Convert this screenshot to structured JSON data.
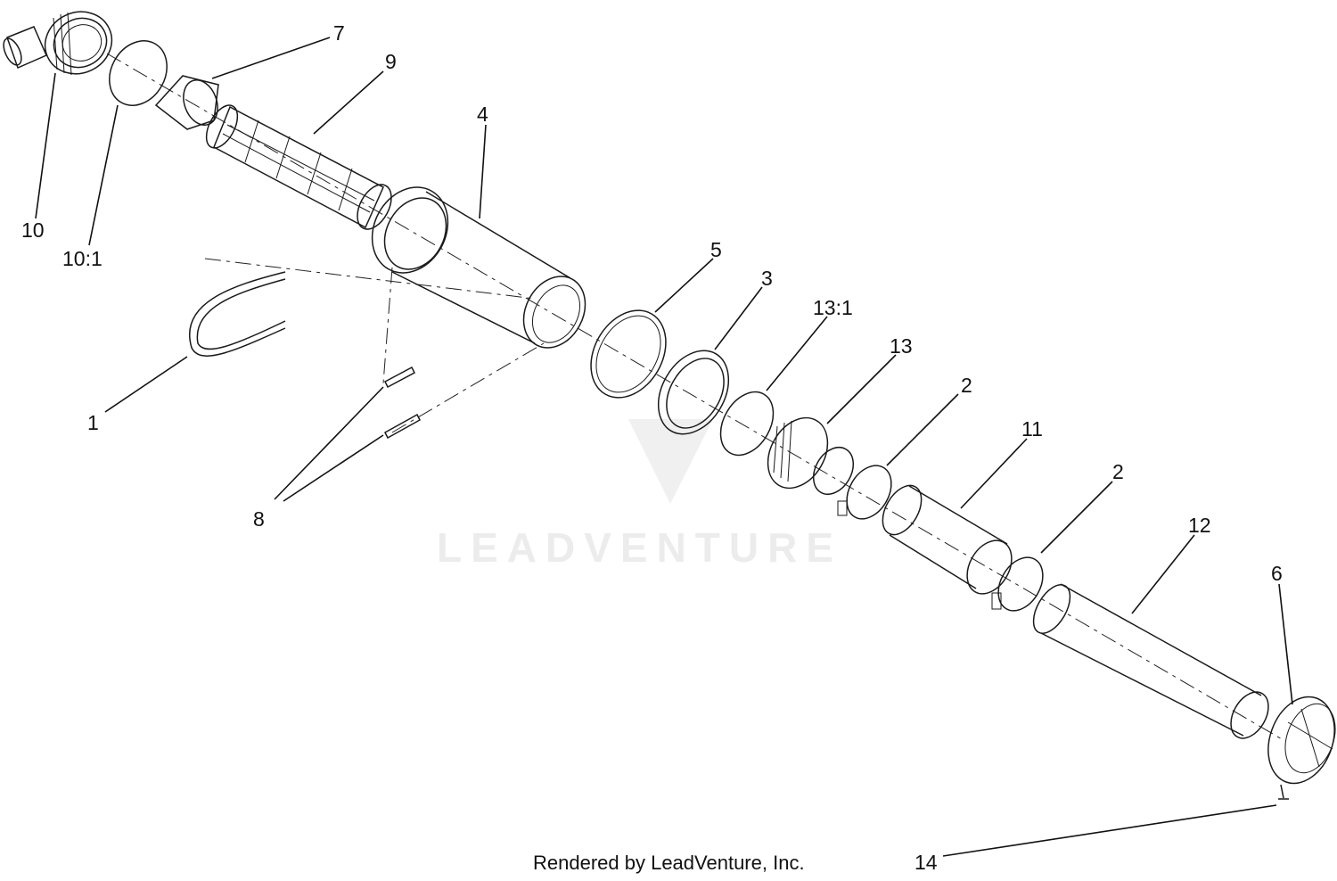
{
  "watermark": {
    "text": "LEADVENTURE"
  },
  "credit": {
    "text": "Rendered by LeadVenture, Inc."
  },
  "callouts": [
    {
      "id": "c10",
      "label": "10"
    },
    {
      "id": "c10-1",
      "label": "10:1"
    },
    {
      "id": "c7",
      "label": "7"
    },
    {
      "id": "c9",
      "label": "9"
    },
    {
      "id": "c4",
      "label": "4"
    },
    {
      "id": "c1",
      "label": "1"
    },
    {
      "id": "c8",
      "label": "8"
    },
    {
      "id": "c5",
      "label": "5"
    },
    {
      "id": "c3",
      "label": "3"
    },
    {
      "id": "c13-1",
      "label": "13:1"
    },
    {
      "id": "c13",
      "label": "13"
    },
    {
      "id": "c2a",
      "label": "2"
    },
    {
      "id": "c11",
      "label": "11"
    },
    {
      "id": "c2b",
      "label": "2"
    },
    {
      "id": "c12",
      "label": "12"
    },
    {
      "id": "c6",
      "label": "6"
    },
    {
      "id": "c14",
      "label": "14"
    }
  ]
}
